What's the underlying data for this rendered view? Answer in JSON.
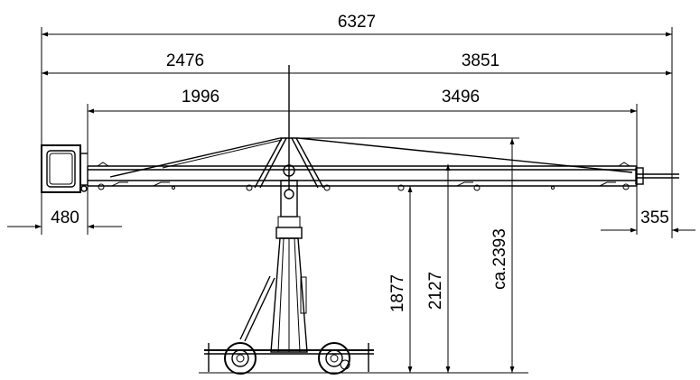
{
  "dimensions": {
    "total_length": "6327",
    "front_length": "2476",
    "rear_length": "3851",
    "front_inner": "1996",
    "rear_inner": "3496",
    "counterweight": "480",
    "tip_overhang": "355",
    "height_arm": "1877",
    "height_pivot": "2127",
    "height_top": "ca.2393"
  }
}
